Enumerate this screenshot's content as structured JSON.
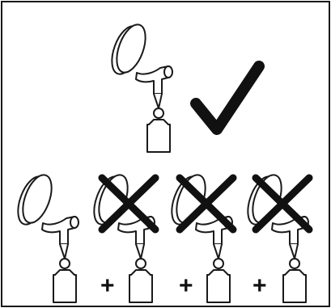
{
  "panel": {
    "border_color": "#1a1a1a",
    "stroke_color": "#1a1a1a",
    "background": "#ffffff"
  },
  "correct": {
    "icon": "check-mark-icon",
    "hook_count": 1,
    "weights_per_hook": 1
  },
  "incorrect": {
    "icon": "cross-mark-icon",
    "hook_count": 4,
    "crossed_hooks": 3,
    "weights_total": 4,
    "operator": "+"
  }
}
